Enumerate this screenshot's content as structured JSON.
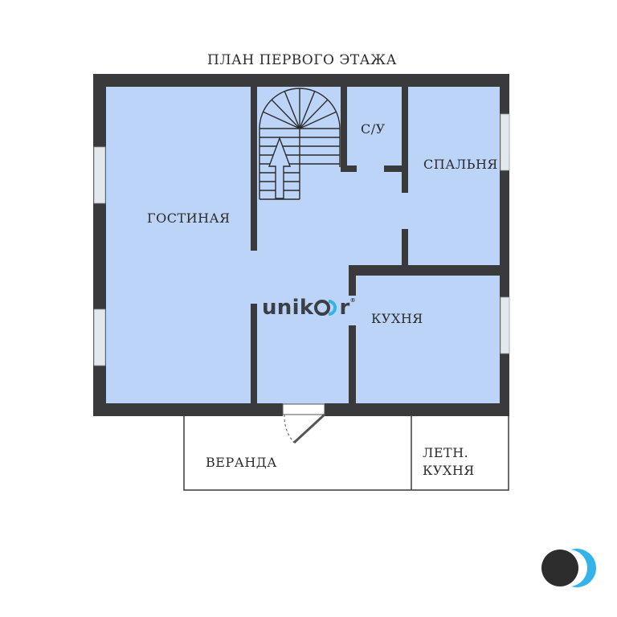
{
  "plan": {
    "title": "ПЛАН ПЕРВОГО ЭТАЖА",
    "rooms": {
      "living": "ГОСТИНАЯ",
      "wc": "С/У",
      "bedroom": "СПАЛЬНЯ",
      "kitchen": "КУХНЯ",
      "veranda": "ВЕРАНДА",
      "summer_kitchen": "ЛЕТН.\nКУХНЯ"
    }
  },
  "watermark": {
    "brand_text": "unik",
    "brand_suffix": "r",
    "registered_mark": "®"
  },
  "colors": {
    "floor": "#bcd4f7",
    "wall": "#3a3a3c",
    "window": "#e3e8ec",
    "logo_dark": "#2d2d2d",
    "logo_accent": "#33b3ea"
  }
}
